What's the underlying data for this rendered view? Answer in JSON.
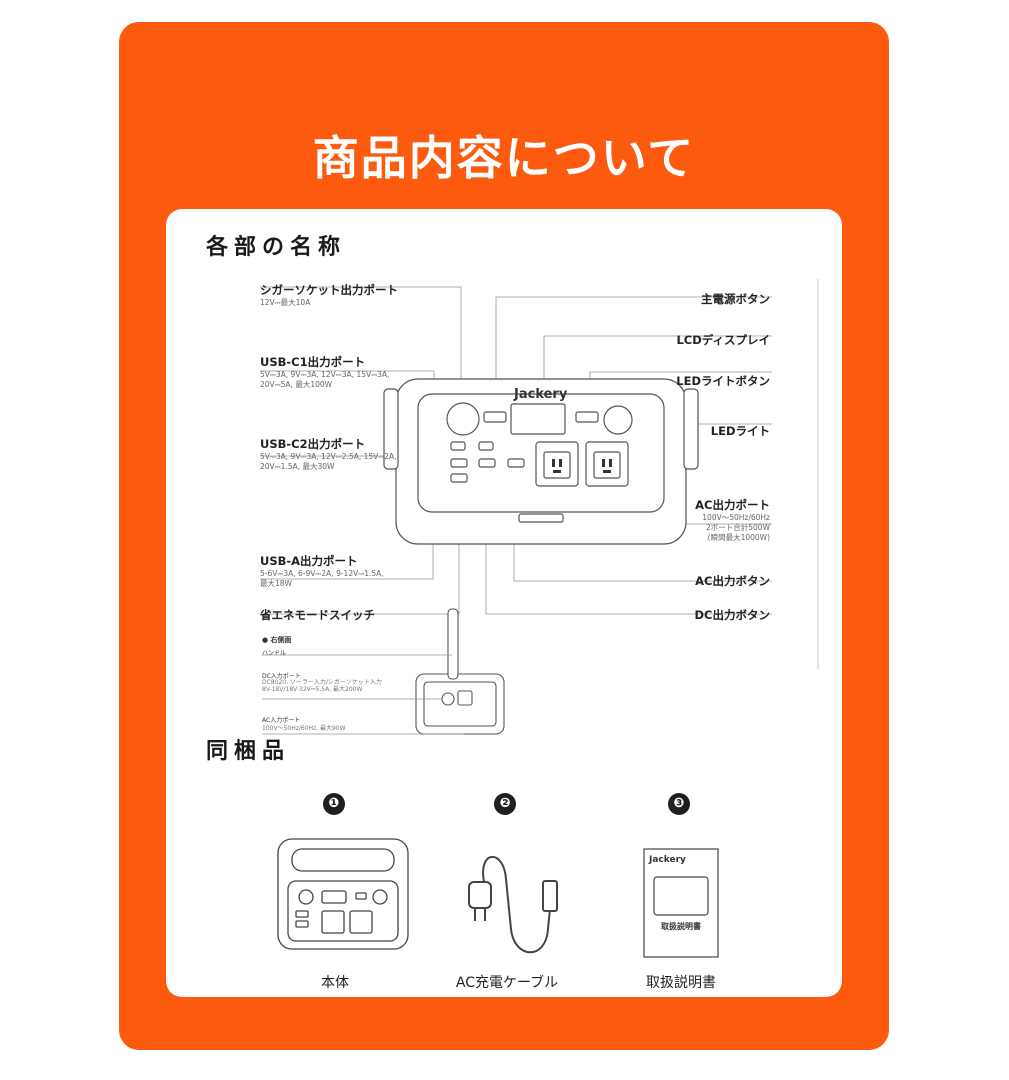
{
  "title": "商品内容について",
  "parts": {
    "heading": "各部の名称",
    "left": [
      {
        "label": "シガーソケット出力ポート",
        "sub": "12V⎓最大10A"
      },
      {
        "label": "USB-C1出力ポート",
        "sub": "5V⎓3A, 9V⎓3A, 12V⎓3A, 15V⎓3A,\n20V⎓5A, 最大100W"
      },
      {
        "label": "USB-C2出力ポート",
        "sub": "5V⎓3A, 9V⎓3A, 12V⎓2.5A, 15V⎓2A,\n20V⎓1.5A, 最大30W"
      },
      {
        "label": "USB-A出力ポート",
        "sub": "5-6V⎓3A, 6-9V⎓2A, 9-12V⎓1.5A,\n最大18W"
      },
      {
        "label": "省エネモードスイッチ",
        "sub": ""
      }
    ],
    "right": [
      {
        "label": "主電源ボタン",
        "sub": ""
      },
      {
        "label": "LCDディスプレイ",
        "sub": ""
      },
      {
        "label": "LEDライトボタン",
        "sub": ""
      },
      {
        "label": "LEDライト",
        "sub": ""
      },
      {
        "label": "AC出力ポート",
        "sub": "100V〜50Hz/60Hz\n2ポート合計500W\n(瞬間最大1000W)"
      },
      {
        "label": "AC出力ボタン",
        "sub": ""
      },
      {
        "label": "DC出力ボタン",
        "sub": ""
      }
    ],
    "device_brand": "Jackery",
    "side_view": {
      "title": "● 右側面",
      "handle": "ハンドル",
      "dc_in": "DC入力ポート",
      "dc_in_sub": "DC8020, ソーラー入力/シガーソケット入力\n8V-18V/18V-32V⎓5.5A, 最大200W",
      "ac_in": "AC入力ポート",
      "ac_in_sub": "100V〜50Hz/60Hz, 最大90W"
    }
  },
  "contents": {
    "heading": "同梱品",
    "items": [
      {
        "number": "❶",
        "caption": "本体"
      },
      {
        "number": "❷",
        "caption": "AC充電ケーブル"
      },
      {
        "number": "❸",
        "caption": "取扱説明書"
      }
    ],
    "manual_cover": {
      "brand": "Jackery",
      "title": "取扱説明書"
    }
  },
  "colors": {
    "accent": "#fb5a0f",
    "card": "#ffffff",
    "ink": "#1e1e1e"
  }
}
